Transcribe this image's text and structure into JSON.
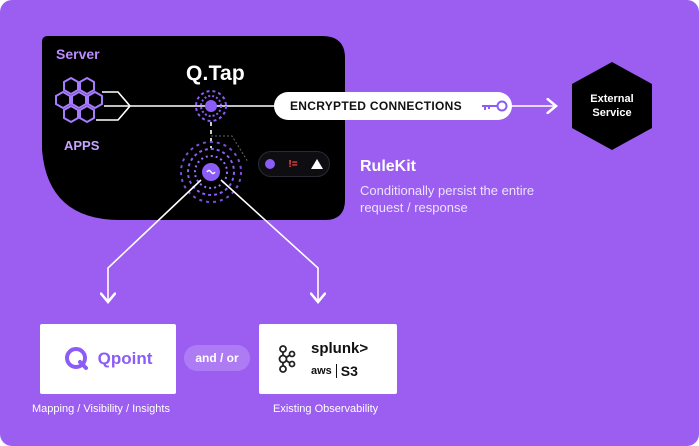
{
  "server": {
    "label": "Server",
    "apps_label": "APPS"
  },
  "qtap": {
    "title": "Q.Tap"
  },
  "connection": {
    "label": "ENCRYPTED CONNECTIONS"
  },
  "external_service": {
    "line1": "External",
    "line2": "Service"
  },
  "rulekit": {
    "title": "RuleKit",
    "desc_line1": "Conditionally persist the entire",
    "desc_line2": "request / response",
    "operator": "!="
  },
  "destinations": {
    "qpoint_name": "Qpoint",
    "qpoint_caption": "Mapping / Visibility / Insights",
    "and_or": "and / or",
    "splunk": "splunk>",
    "aws": "aws",
    "s3": "S3",
    "existing_caption": "Existing Observability"
  },
  "colors": {
    "background": "#9b5ef0",
    "server_box": "#000000",
    "accent": "#8b5cf6",
    "text_light": "#ffffff"
  }
}
